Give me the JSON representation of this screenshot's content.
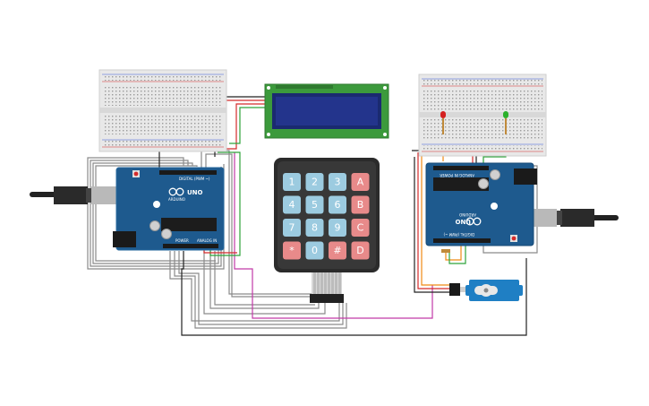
{
  "colors": {
    "board": "#1e5a8e",
    "breadboard": "#e8e8e8",
    "lcd_pcb": "#3c9a3c",
    "lcd_screen": "#23348c",
    "keypad_body": "#2b2b2b",
    "key_blue": "#9ccbe0",
    "key_red": "#e88a8a",
    "servo": "#1f7fc4",
    "wire_gray": "#8a8a8a",
    "wire_black": "#222222",
    "wire_red": "#d42b2b",
    "wire_green": "#2ea33a",
    "wire_orange": "#ef8a14",
    "wire_magenta": "#c23aa8"
  },
  "keypad": {
    "rows": [
      [
        "1",
        "2",
        "3",
        "A"
      ],
      [
        "4",
        "5",
        "6",
        "B"
      ],
      [
        "7",
        "8",
        "9",
        "C"
      ],
      [
        "*",
        "0",
        "#",
        "D"
      ]
    ]
  },
  "boards": {
    "left": {
      "label": "UNO",
      "brand": "ARDUINO",
      "digital_label": "DIGITAL (PWM ~)",
      "power_label": "POWER",
      "analog_label": "ANALOG IN"
    },
    "right": {
      "label": "UNO",
      "brand": "ARDUINO",
      "digital_label": "DIGITAL (PWM ~)",
      "power_label": "POWER",
      "analog_label": "ANALOG IN"
    }
  },
  "leds": [
    {
      "color": "#d42020"
    },
    {
      "color": "#2bb02b"
    }
  ]
}
